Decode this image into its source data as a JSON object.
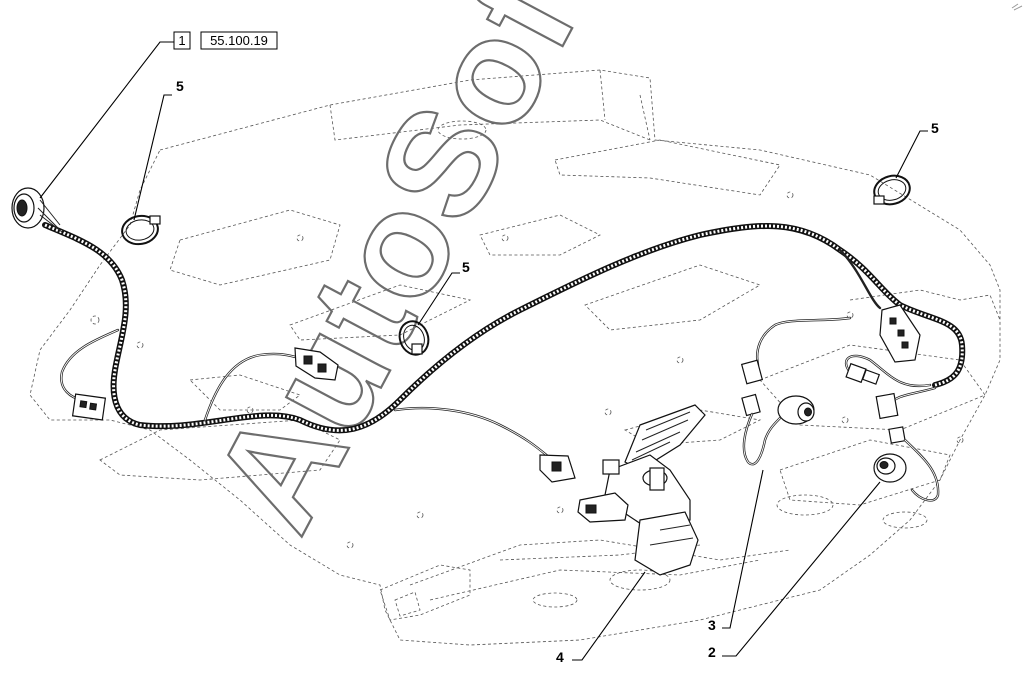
{
  "diagram": {
    "ref_number": "1",
    "ref_code": "55.100.19",
    "callouts": {
      "clip_top_left": "5",
      "clip_center": "5",
      "clip_top_right": "5",
      "sensor_three": "3",
      "sensor_two": "2",
      "pedal_four": "4"
    },
    "watermark": "AutoSoft"
  }
}
